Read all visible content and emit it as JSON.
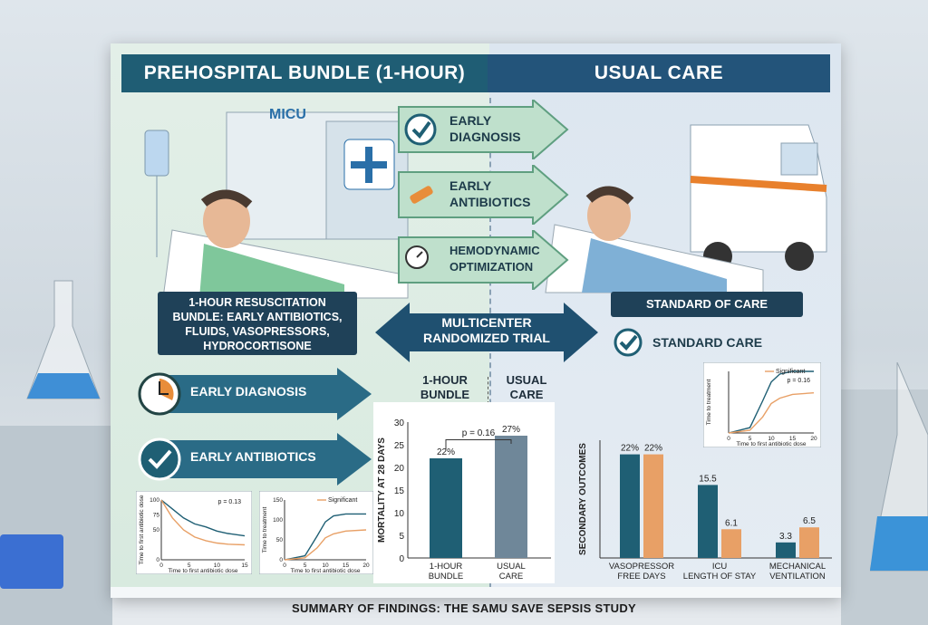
{
  "headers": {
    "left": "PREHOSPITAL BUNDLE (1-HOUR)",
    "right": "USUAL CARE"
  },
  "ambulance_label": "MICU",
  "center_arrows": [
    {
      "label": "EARLY DIAGNOSIS"
    },
    {
      "label": "EARLY ANTIBIOTICS"
    },
    {
      "label": "HEMODYNAMIC OPTIMIZATION"
    }
  ],
  "bundle_box": "1-HOUR RESUSCITATION BUNDLE: EARLY ANTIBIOTICS, FLUIDS, VASOPRESSORS, HYDROCORTISONE",
  "trial_arrow": "MULTICENTER RANDOMIZED TRIAL",
  "standard_of_care_box": "STANDARD OF CARE",
  "standard_care_check": "STANDARD CARE",
  "left_arrows": [
    {
      "label": "EARLY DIAGNOSIS"
    },
    {
      "label": "EARLY ANTIBIOTICS"
    }
  ],
  "group_labels": {
    "bundle": "1-HOUR BUNDLE",
    "usual": "USUAL CARE"
  },
  "caption": "SUMMARY OF FINDINGS: THE SAMU SAVE SEPSIS STUDY",
  "colors": {
    "teal": "#1f5f74",
    "orange": "#e8a066",
    "navy": "#1f4158",
    "green": "#5f9f80"
  },
  "chart_data": [
    {
      "type": "bar",
      "ylabel": "MORTALITY AT 28 DAYS",
      "categories": [
        "1-HOUR BUNDLE",
        "USUAL CARE"
      ],
      "values": [
        22,
        27
      ],
      "data_labels": [
        "22%",
        "27%"
      ],
      "ylim": [
        0,
        30
      ],
      "yticks": [
        0,
        5,
        10,
        15,
        20,
        25,
        30
      ],
      "annotation": "p = 0.16"
    },
    {
      "type": "bar",
      "ylabel": "SECONDARY OUTCOMES",
      "categories": [
        "VASOPRESSOR FREE DAYS",
        "ICU LENGTH OF STAY",
        "MECHANICAL VENTILATION"
      ],
      "series": [
        {
          "values": [
            22,
            15.5,
            3.3
          ],
          "labels": [
            "22%",
            "15.5",
            "3.3"
          ]
        },
        {
          "values": [
            22,
            6.1,
            6.5
          ],
          "labels": [
            "22%",
            "6.1",
            "6.5"
          ]
        }
      ]
    },
    {
      "type": "line",
      "ylabel": "Time to first antibiotic dose",
      "xlabel": "Time to first antibiotic dose",
      "annotation": "p = 0.13",
      "yticks": [
        0,
        50,
        75,
        100
      ],
      "xticks": [
        0,
        5,
        10,
        15
      ],
      "series": [
        {
          "x": [
            0,
            2,
            4,
            6,
            8,
            10,
            12,
            15
          ],
          "y": [
            100,
            85,
            70,
            60,
            55,
            48,
            44,
            40
          ]
        },
        {
          "x": [
            0,
            2,
            4,
            6,
            8,
            10,
            12,
            15
          ],
          "y": [
            100,
            70,
            50,
            38,
            32,
            28,
            26,
            25
          ]
        }
      ]
    },
    {
      "type": "line",
      "ylabel": "Time to treatment",
      "xlabel": "Time to first antibiotic dose",
      "legend": "Significant",
      "yticks": [
        0,
        50,
        100,
        150
      ],
      "xticks": [
        0,
        5,
        10,
        15,
        20
      ],
      "series": [
        {
          "x": [
            0,
            5,
            8,
            10,
            12,
            15,
            20
          ],
          "y": [
            0,
            10,
            60,
            95,
            110,
            115,
            115
          ]
        },
        {
          "x": [
            0,
            5,
            8,
            10,
            12,
            15,
            20
          ],
          "y": [
            0,
            5,
            30,
            55,
            65,
            72,
            75
          ]
        }
      ]
    },
    {
      "type": "line",
      "ylabel": "Time to treatment",
      "xlabel": "Time to first antibiotic dose",
      "legend": "Significant",
      "annotation": "p = 0.16",
      "xticks": [
        0,
        5,
        10,
        15,
        20
      ],
      "series": [
        {
          "x": [
            0,
            5,
            8,
            10,
            12,
            15,
            20
          ],
          "y": [
            0,
            10,
            60,
            95,
            110,
            115,
            115
          ]
        },
        {
          "x": [
            0,
            5,
            8,
            10,
            12,
            15,
            20
          ],
          "y": [
            0,
            5,
            30,
            55,
            65,
            72,
            75
          ]
        }
      ]
    }
  ]
}
